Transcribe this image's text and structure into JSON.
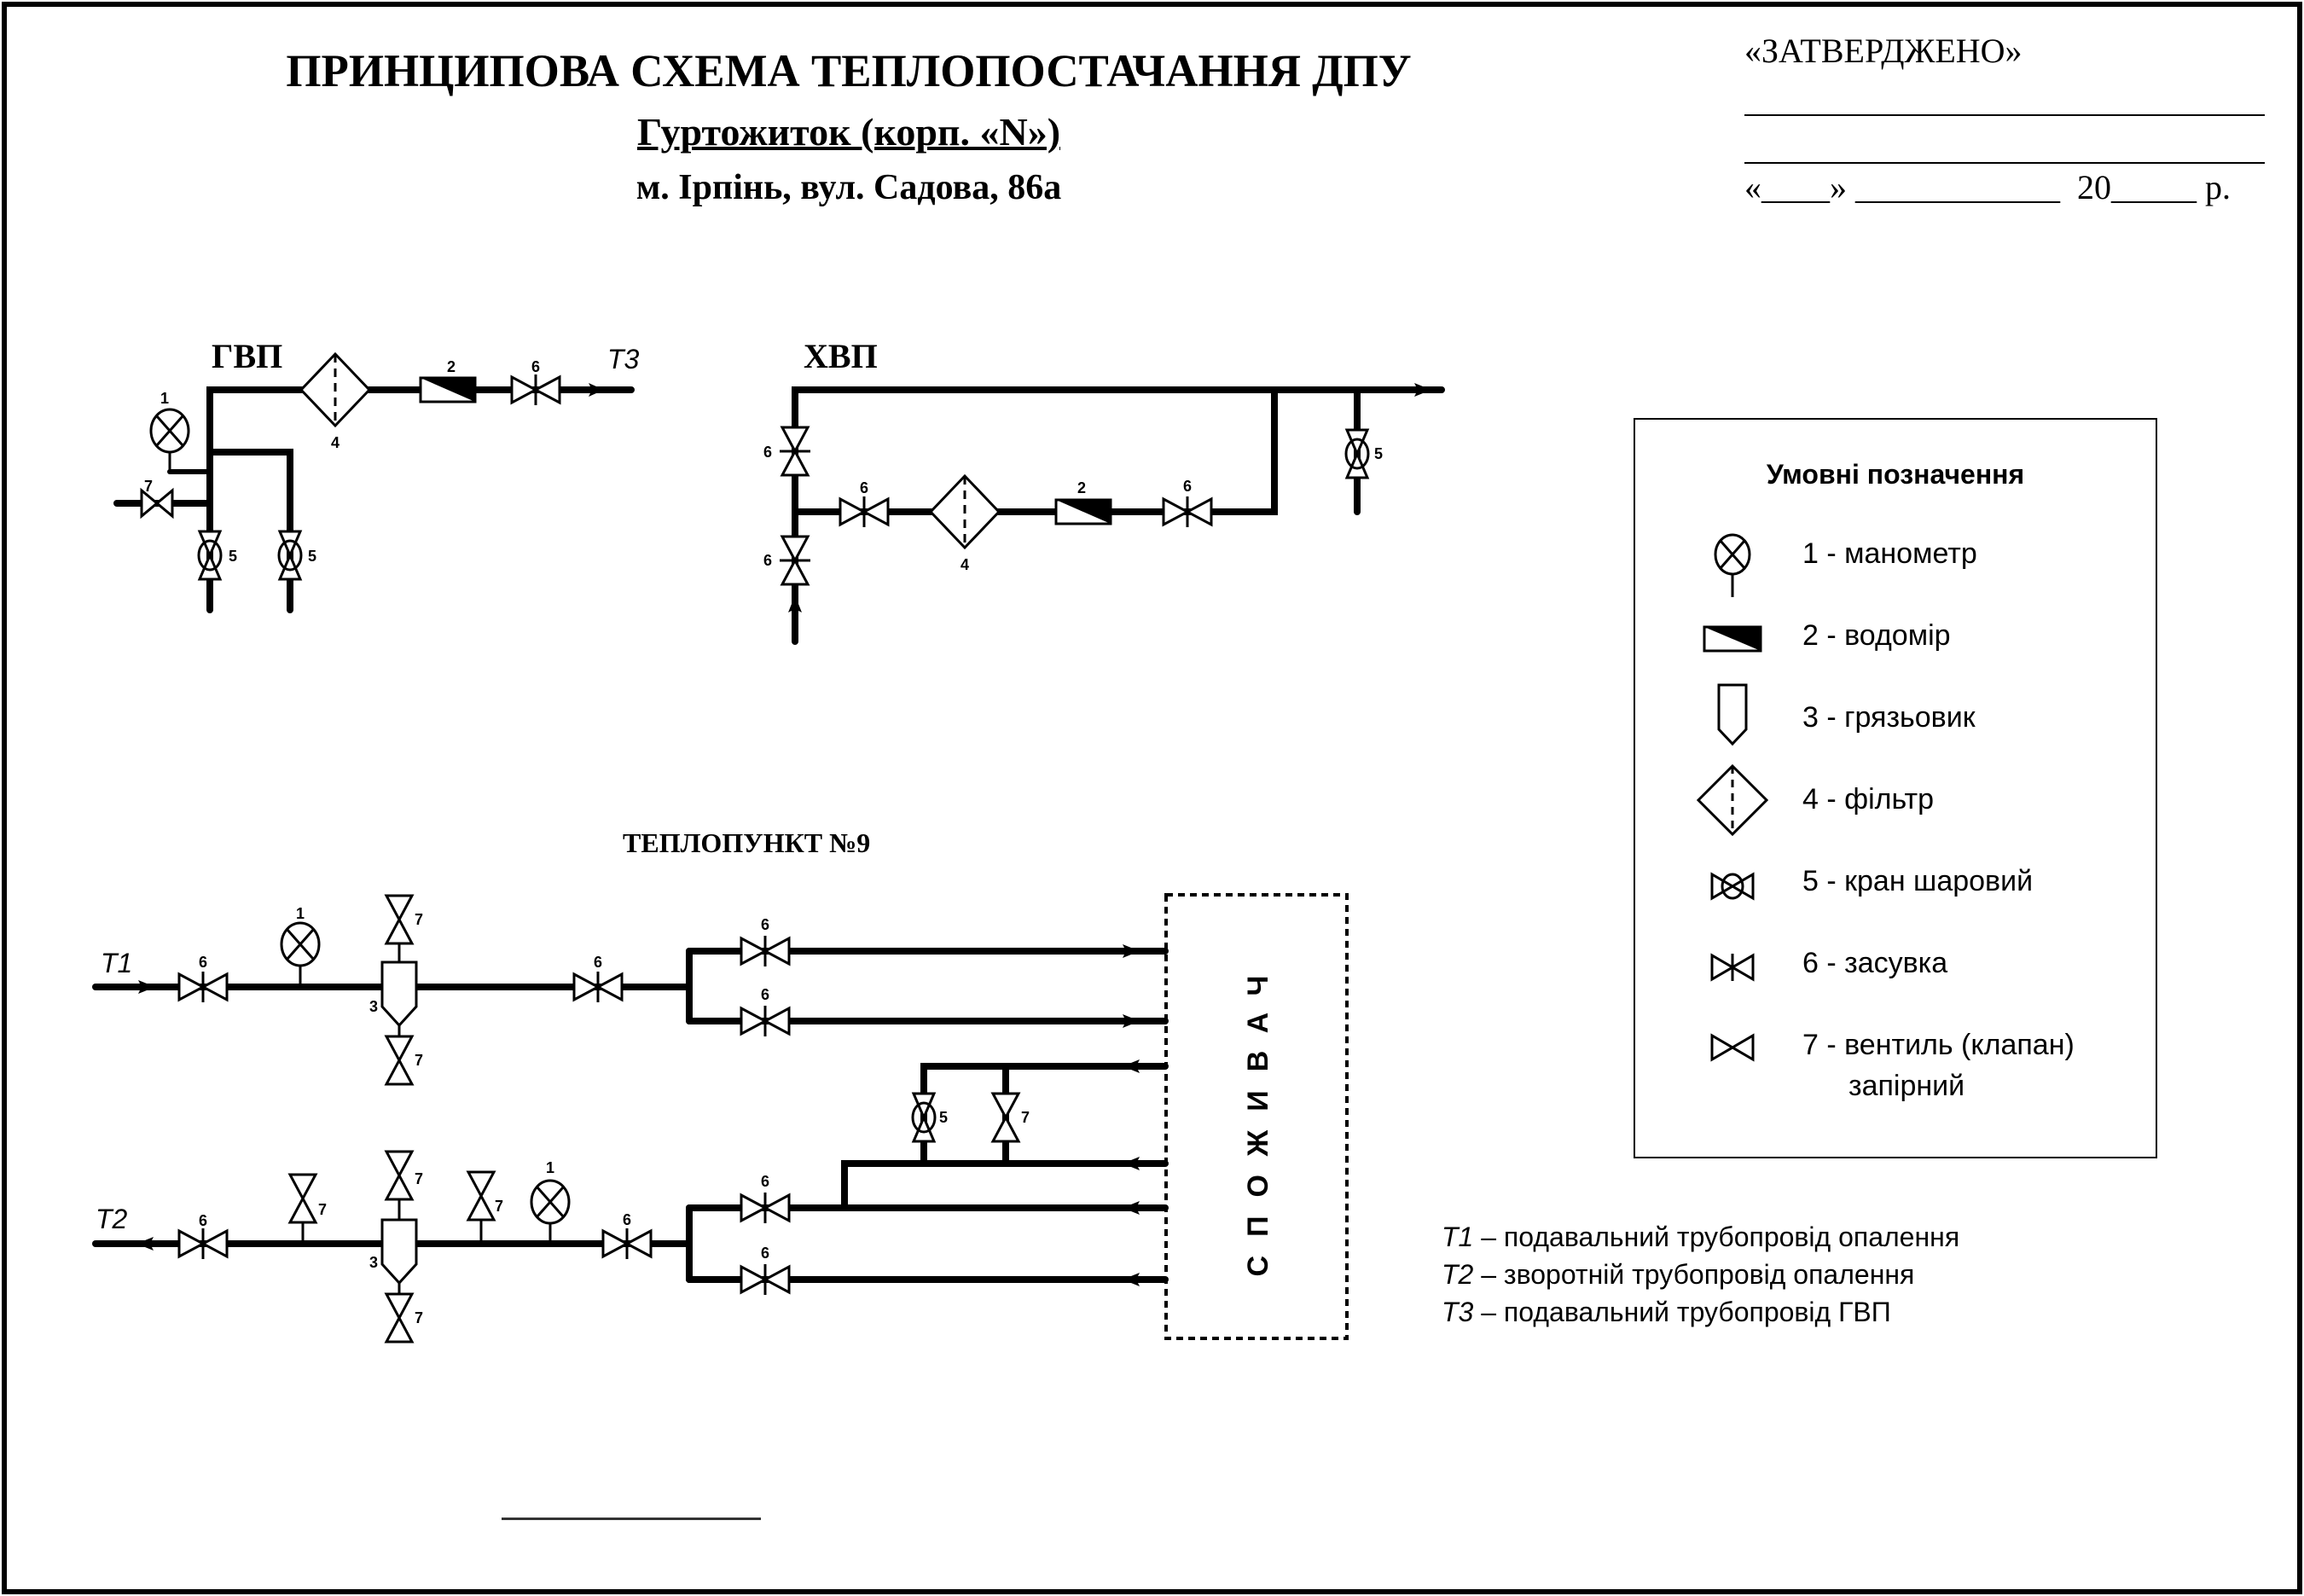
{
  "header": {
    "title": "ПРИНЦИПОВА СХЕМА ТЕПЛОПОСТАЧАННЯ ДПУ",
    "subtitle": "Гуртожиток  (корп. «N»)",
    "address": "м. Ірпінь, вул. Садова, 86а"
  },
  "approval": {
    "label": "«ЗАТВЕРДЖЕНО»",
    "date_line": "«____» ____________  20_____ р."
  },
  "sections": {
    "hot_water": "ГВП",
    "cold_water": "ХВП",
    "heat_point": "ТЕПЛОПУНКТ №9",
    "consumer": "СПОЖИВАЧ"
  },
  "pipe_labels": {
    "t1": "T1",
    "t2": "T2",
    "t3": "T3"
  },
  "component_numbers": {
    "manometer": "1",
    "water_meter": "2",
    "mud_trap": "3",
    "filter": "4",
    "ball_valve": "5",
    "gate_valve": "6",
    "shutoff_valve": "7"
  },
  "legend": {
    "title": "Умовні позначення",
    "items": [
      {
        "symbol": "manometer-icon",
        "label": "1 - манометр"
      },
      {
        "symbol": "water-meter-icon",
        "label": "2 - водомір"
      },
      {
        "symbol": "mud-trap-icon",
        "label": "3 - грязьовик"
      },
      {
        "symbol": "filter-icon",
        "label": "4 - фільтр"
      },
      {
        "symbol": "ball-valve-icon",
        "label": "5 - кран шаровий"
      },
      {
        "symbol": "gate-valve-icon",
        "label": "6 - засувка"
      },
      {
        "symbol": "shutoff-valve-icon",
        "label": "7 - вентиль (клапан)",
        "label2": "запірний"
      }
    ]
  },
  "notes": [
    {
      "code": "T1",
      "text": " – подавальний трубопровід опалення"
    },
    {
      "code": "T2",
      "text": " – зворотній трубопровід опалення"
    },
    {
      "code": "T3",
      "text": " – подавальний трубопровід ГВП"
    }
  ]
}
